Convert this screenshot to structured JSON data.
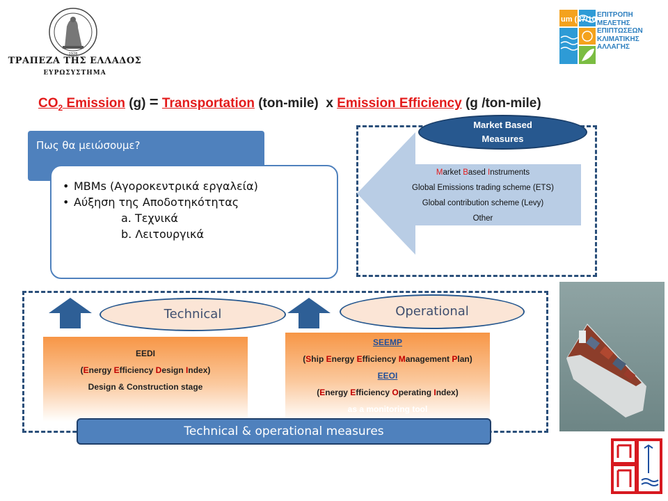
{
  "header": {
    "bank_name": "ΤΡΑΠΕΖΑ ΤΗΣ ΕΛΛΑΔΟΣ",
    "bank_subtitle": "ΕΥΡΩΣΥΣΤΗΜΑ",
    "committee_lines": [
      "ΕΠΙΤΡΟΠΗ",
      "ΜΕΛΕΤΗΣ",
      "ΕΠΙΠΤΩΣΕΩΝ",
      "ΚΛΙΜΑΤΙΚΗΣ",
      "ΑΛΛΑΓΗΣ"
    ],
    "committee_overlay": "um (27/10"
  },
  "formula": {
    "lhs_co": "CO",
    "lhs_sub": "2",
    "lhs_emission": "Emission",
    "lhs_unit": "(g)",
    "equals": "=",
    "transport": "Transportation",
    "transport_unit": "(ton-mile)",
    "times": "x",
    "efficiency": "Emission Efficiency",
    "efficiency_unit": "(g /ton-mile)"
  },
  "question": {
    "title": "Πως θα μειώσουμε?",
    "items": [
      {
        "bullet": "•",
        "text": "MBMs (Αγοροκεντρικά εργαλεία)"
      },
      {
        "bullet": "•",
        "text": "Αύξηση της Αποδοτηκότητας"
      }
    ],
    "subitems": [
      "a. Τεχνικά",
      "b. Λειτουργικά"
    ]
  },
  "market": {
    "title_line1": "Market Based",
    "title_line2": "Measures",
    "instruments_m": "M",
    "instruments_arket": "arket ",
    "instruments_b": "B",
    "instruments_ased": "ased ",
    "instruments_i": "I",
    "instruments_nstruments": "nstruments",
    "items": [
      "Global Emissions trading scheme (ETS)",
      "Global contribution scheme (Levy)",
      "Other"
    ]
  },
  "technical": {
    "label": "Technical",
    "eedi": "EEDI",
    "eedi_full_open": "(",
    "eedi_words": [
      {
        "cap": "E",
        "rest": "nergy "
      },
      {
        "cap": "E",
        "rest": "fficiency "
      },
      {
        "cap": "D",
        "rest": "esign "
      },
      {
        "cap": "I",
        "rest": "ndex"
      }
    ],
    "eedi_full_close": ")",
    "stage": "Design & Construction stage"
  },
  "operational": {
    "label": "Operational",
    "seemp": "SEEMP",
    "seemp_words": [
      {
        "cap": "S",
        "rest": "hip "
      },
      {
        "cap": "E",
        "rest": "nergy "
      },
      {
        "cap": "E",
        "rest": "fficiency "
      },
      {
        "cap": "M",
        "rest": "anagement "
      },
      {
        "cap": "P",
        "rest": "lan"
      }
    ],
    "eeoi": "EEOI",
    "eeoi_words": [
      {
        "cap": "E",
        "rest": "nergy "
      },
      {
        "cap": "E",
        "rest": "fficiency "
      },
      {
        "cap": "O",
        "rest": "perating "
      },
      {
        "cap": "I",
        "rest": "ndex"
      }
    ],
    "tool_note": "as a monitoring tool"
  },
  "footer_bar": "Technical & operational measures",
  "colors": {
    "blue": "#4f81bd",
    "dark_blue": "#27588f",
    "red": "#e31b1b",
    "orange": "#f79646",
    "peach": "#fbe5d6"
  }
}
